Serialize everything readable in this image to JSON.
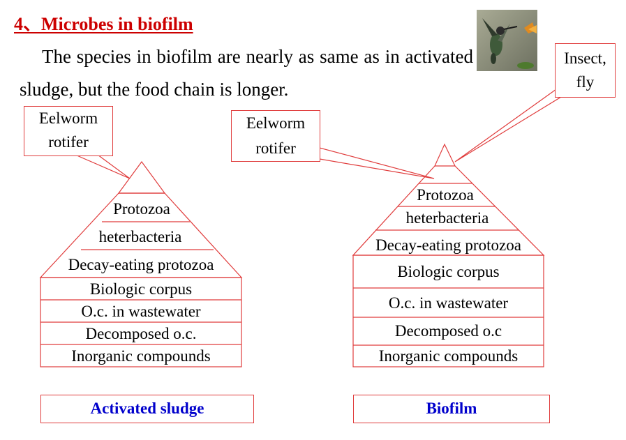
{
  "heading": "4、Microbes in biofilm",
  "intro_text": "The species in biofilm are nearly as same as in activated sludge, but the food chain is longer.",
  "accent_color": "#cc0000",
  "line_color": "#e03c3c",
  "caption_color": "#0000cc",
  "photo": {
    "description_icon": "hummingbird-photo"
  },
  "left_pyramid": {
    "callout": [
      "Eelworm",
      "rotifer"
    ],
    "levels": [
      "Protozoa",
      "heterbacteria",
      "Decay-eating protozoa",
      "Biologic corpus",
      "O.c. in wastewater",
      "Decomposed o.c.",
      "Inorganic compounds"
    ],
    "caption": "Activated sludge"
  },
  "right_pyramid": {
    "callout_worm": [
      "Eelworm",
      "rotifer"
    ],
    "callout_insect": [
      "Insect,",
      "fly"
    ],
    "levels": [
      "Protozoa",
      "heterbacteria",
      "Decay-eating protozoa",
      "Biologic corpus",
      "O.c. in wastewater",
      "Decomposed o.c",
      "Inorganic compounds"
    ],
    "caption": "Biofilm"
  }
}
